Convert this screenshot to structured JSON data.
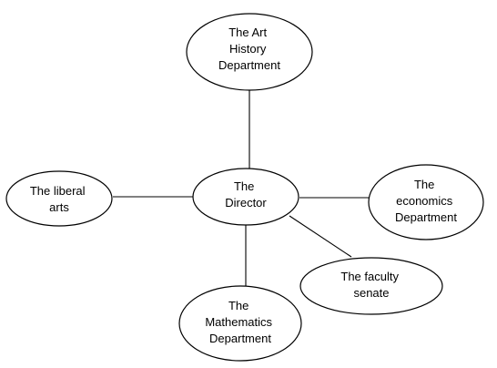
{
  "diagram": {
    "colors": {
      "background": "#ffffff",
      "stroke": "#000000",
      "text": "#000000"
    },
    "nodes": [
      {
        "id": "director",
        "lines": [
          "The",
          "Director"
        ]
      },
      {
        "id": "art-history",
        "lines": [
          "The Art",
          "History",
          "Department"
        ]
      },
      {
        "id": "economics",
        "lines": [
          "The",
          "economics",
          "Department"
        ]
      },
      {
        "id": "faculty-senate",
        "lines": [
          "The faculty",
          "senate"
        ]
      },
      {
        "id": "mathematics",
        "lines": [
          "The",
          "Mathematics",
          "Department"
        ]
      },
      {
        "id": "liberal-arts",
        "lines": [
          "The liberal",
          "arts"
        ]
      }
    ],
    "edges": [
      {
        "from": "director",
        "to": "art-history"
      },
      {
        "from": "director",
        "to": "economics"
      },
      {
        "from": "director",
        "to": "faculty-senate"
      },
      {
        "from": "director",
        "to": "mathematics"
      },
      {
        "from": "director",
        "to": "liberal-arts"
      }
    ]
  }
}
